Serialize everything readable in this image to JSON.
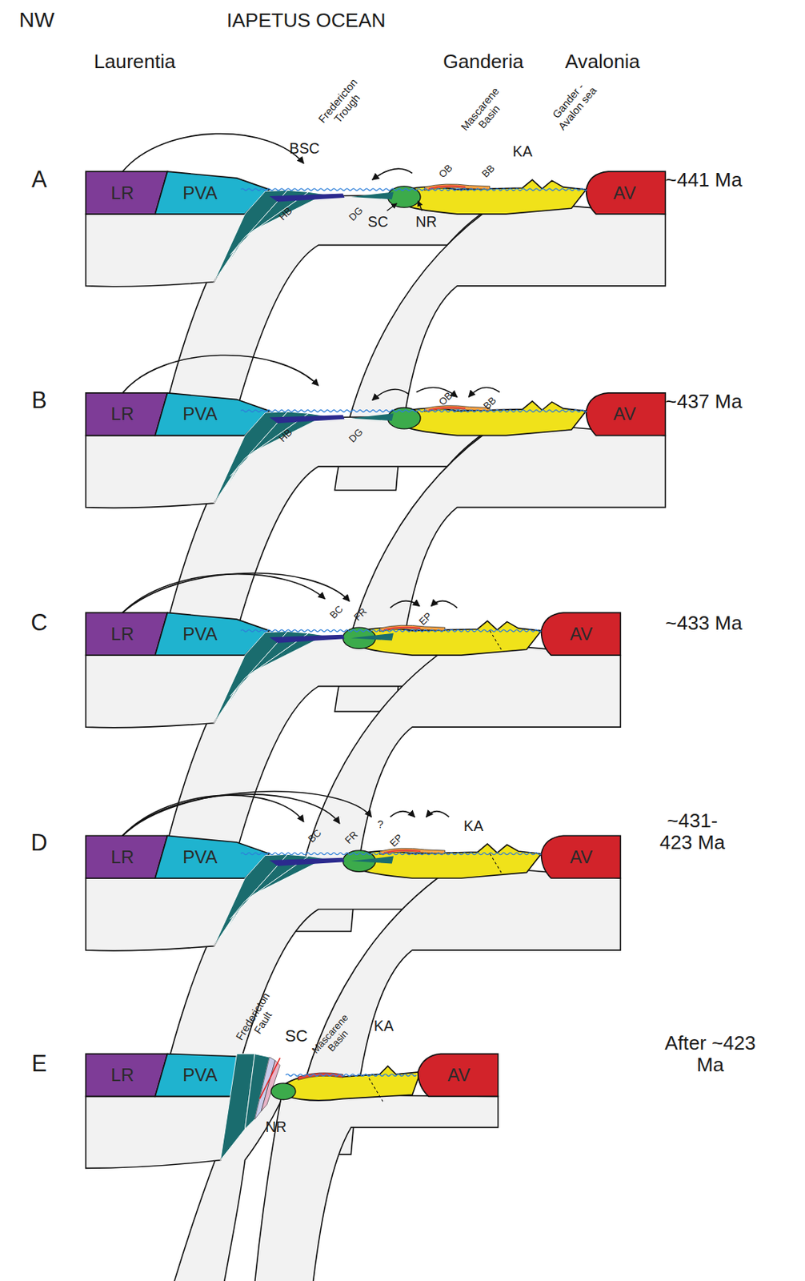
{
  "diagram": {
    "nodes": [
      {
        "text": [
          "LR"
        ]
      },
      {
        "text": [
          "PVA"
        ]
      },
      {
        "text": [
          "AV"
        ]
      },
      {
        "text": [
          "LR"
        ]
      },
      {
        "text": [
          "PVA"
        ]
      },
      {
        "text": [
          "AV"
        ]
      },
      {
        "text": [
          "LR"
        ]
      },
      {
        "text": [
          "PVA"
        ]
      },
      {
        "text": [
          "AV"
        ]
      },
      {
        "text": [
          "LR"
        ]
      },
      {
        "text": [
          "PVA"
        ]
      },
      {
        "text": [
          "AV"
        ]
      },
      {
        "text": [
          "LR"
        ]
      },
      {
        "text": [
          "PVA"
        ]
      },
      {
        "text": [
          "AV"
        ]
      }
    ],
    "labels": [
      "NW",
      "IAPETUS OCEAN",
      "Laurentia",
      "Ganderia",
      "Avalonia",
      "Fredericton Trough",
      "Mascarene Basin",
      "Gander - Avalon sea",
      "A",
      "BSC",
      "~441 Ma",
      "HB",
      "DG",
      "SC",
      "NR",
      "OB",
      "BB",
      "KA",
      "B",
      "OB",
      "BB",
      "~437 Ma",
      "HB",
      "DG",
      "C",
      "BC",
      "FR",
      "EP",
      "~433 Ma",
      "D",
      "BC",
      "FR",
      "?",
      "EP",
      "KA",
      "~431- 423 Ma",
      "E",
      "Fredericton Fault",
      "SC",
      "Mascarene Basin",
      "KA",
      "NR",
      "After ~423 Ma"
    ]
  }
}
